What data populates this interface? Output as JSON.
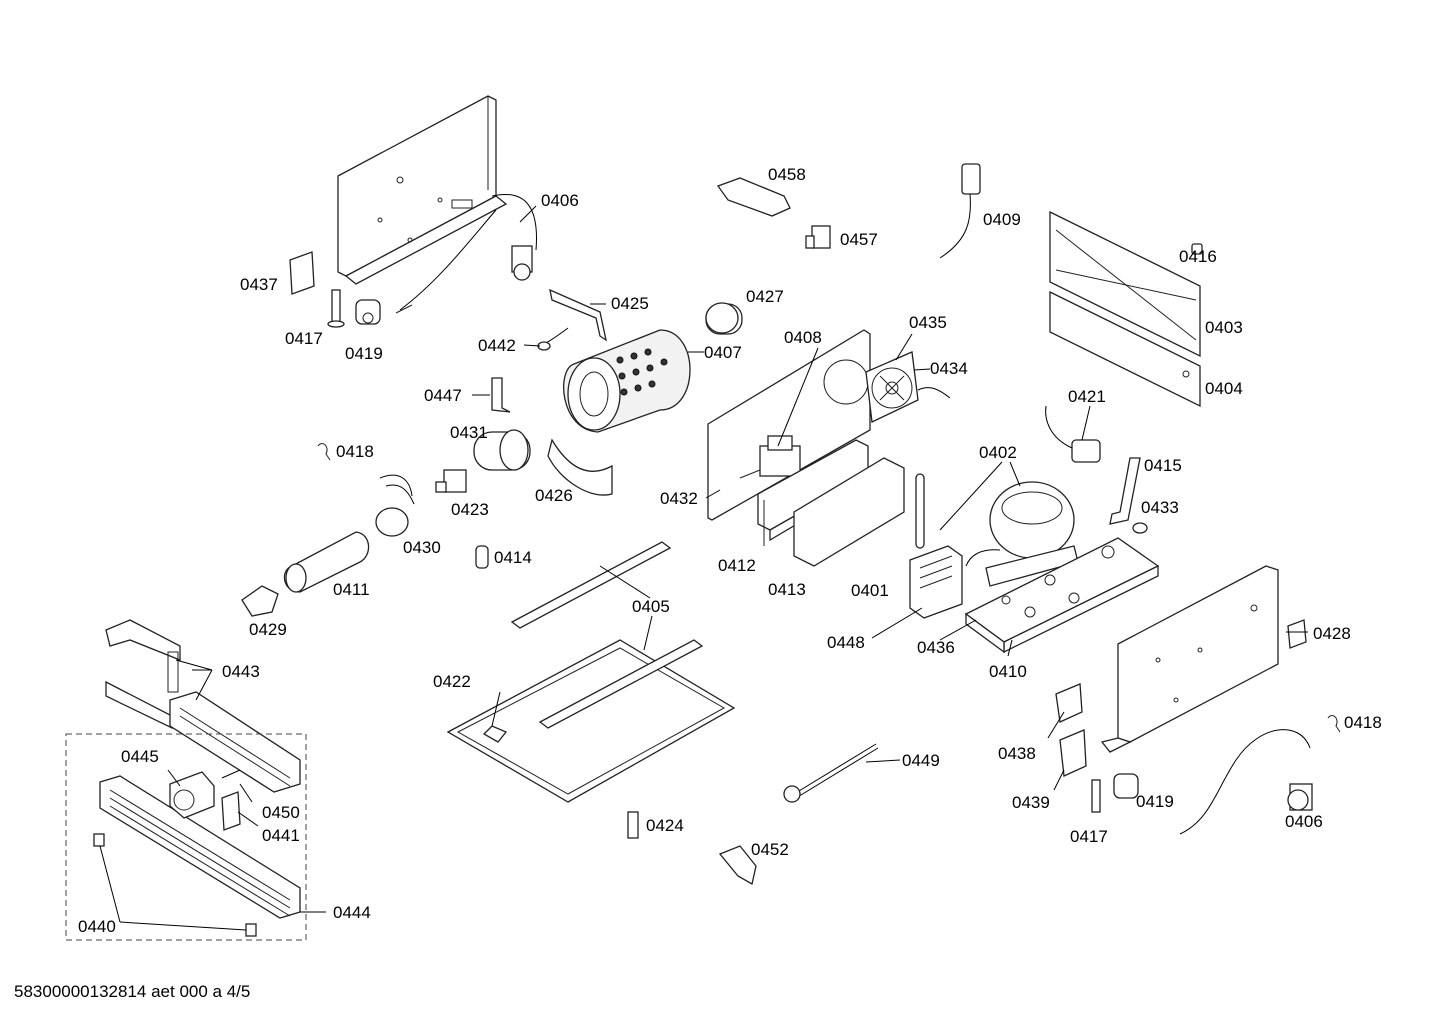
{
  "diagram": {
    "part_labels": [
      "0406",
      "0437",
      "0417",
      "0419",
      "0458",
      "0457",
      "0409",
      "0416",
      "0403",
      "0404",
      "0425",
      "0427",
      "0442",
      "0407",
      "0408",
      "0435",
      "0434",
      "0447",
      "0418",
      "0431",
      "0423",
      "0426",
      "0432",
      "0421",
      "0415",
      "0402",
      "0433",
      "0412",
      "0413",
      "0401",
      "0430",
      "0414",
      "0411",
      "0429",
      "0405",
      "0448",
      "0436",
      "0410",
      "0428",
      "0443",
      "0422",
      "0449",
      "0438",
      "0439",
      "0445",
      "0450",
      "0441",
      "0424",
      "0452",
      "0444",
      "0440"
    ]
  },
  "footer": {
    "text": "58300000132814 aet 000 a 4/5"
  }
}
